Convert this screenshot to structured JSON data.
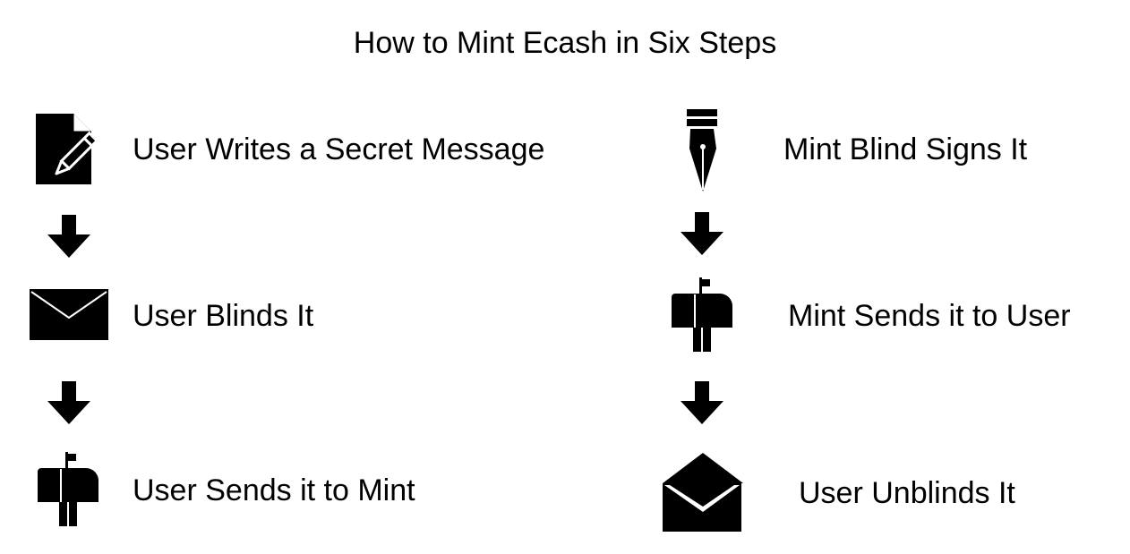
{
  "title": "How to Mint Ecash in Six Steps",
  "steps": [
    {
      "label": "User Writes a Secret Message",
      "icon": "document-pencil-icon"
    },
    {
      "label": "User Blinds It",
      "icon": "closed-envelope-icon"
    },
    {
      "label": "User Sends it to Mint",
      "icon": "mailbox-icon"
    },
    {
      "label": "Mint Blind Signs It",
      "icon": "fountain-pen-nib-icon"
    },
    {
      "label": "Mint Sends it to User",
      "icon": "mailbox-icon"
    },
    {
      "label": "User Unblinds It",
      "icon": "open-envelope-icon"
    }
  ],
  "colors": {
    "ink": "#000000",
    "background": "#ffffff"
  }
}
